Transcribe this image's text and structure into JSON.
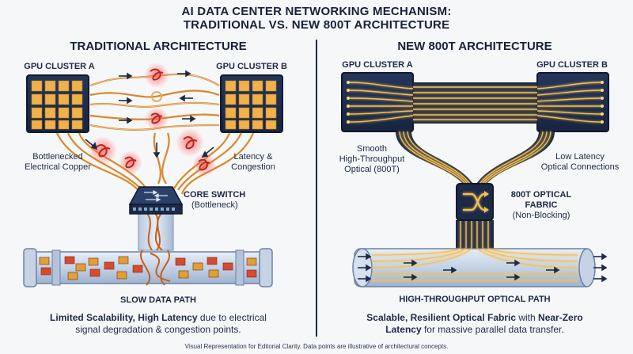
{
  "title": {
    "line1": "AI DATA CENTER NETWORKING MECHANISM:",
    "line2": "TRADITIONAL VS. NEW 800T ARCHITECTURE"
  },
  "traditional": {
    "heading": "TRADITIONAL ARCHITECTURE",
    "cluster_a": "GPU CLUSTER A",
    "cluster_b": "GPU CLUSTER B",
    "bottleneck_label_1": "Bottlenecked",
    "bottleneck_label_2": "Electrical Copper",
    "latency_label_1": "Latency &",
    "latency_label_2": "Congestion",
    "switch_name": "CORE SWITCH",
    "switch_note": "(Bottleneck)",
    "path_label": "SLOW DATA PATH",
    "caption_bold": "Limited Scalability, High Latency",
    "caption_rest_1": " due to electrical",
    "caption_line2": "signal degradation & congestion points."
  },
  "new800t": {
    "heading": "NEW 800T ARCHITECTURE",
    "cluster_a": "GPU CLUSTER A",
    "cluster_b": "GPU CLUSTER B",
    "smooth_1": "Smooth",
    "smooth_2": "High-Throughput",
    "smooth_3": "Optical (800T)",
    "lowlat_1": "Low Latency",
    "lowlat_2": "Optical Connections",
    "fabric_name": "800T OPTICAL FABRIC",
    "fabric_note": "(Non-Blocking)",
    "path_label": "HIGH-THROUGHPUT OPTICAL PATH",
    "caption_bold_1": "Scalable, Resilient Optical Fabric",
    "caption_mid": " with ",
    "caption_bold_2": "Near-Zero",
    "caption_bold_3": "Latency",
    "caption_rest": " for massive parallel data transfer."
  },
  "footer": "Visual Representation for Editorial Clarity. Data points are illustrative of architectural concepts.",
  "icons": {
    "switch": "network-switch-icon",
    "fabric": "shuffle-icon",
    "gpu_grid": "chip-grid-icon",
    "arrow": "arrow-right-icon",
    "knot": "tangled-knot-icon"
  },
  "colors": {
    "navy": "#1c2a47",
    "copper": "#d9892b",
    "glow_red": "#e2494a",
    "optical_gold": "#f5b23a",
    "pipe_blue": "#cfdcec"
  }
}
